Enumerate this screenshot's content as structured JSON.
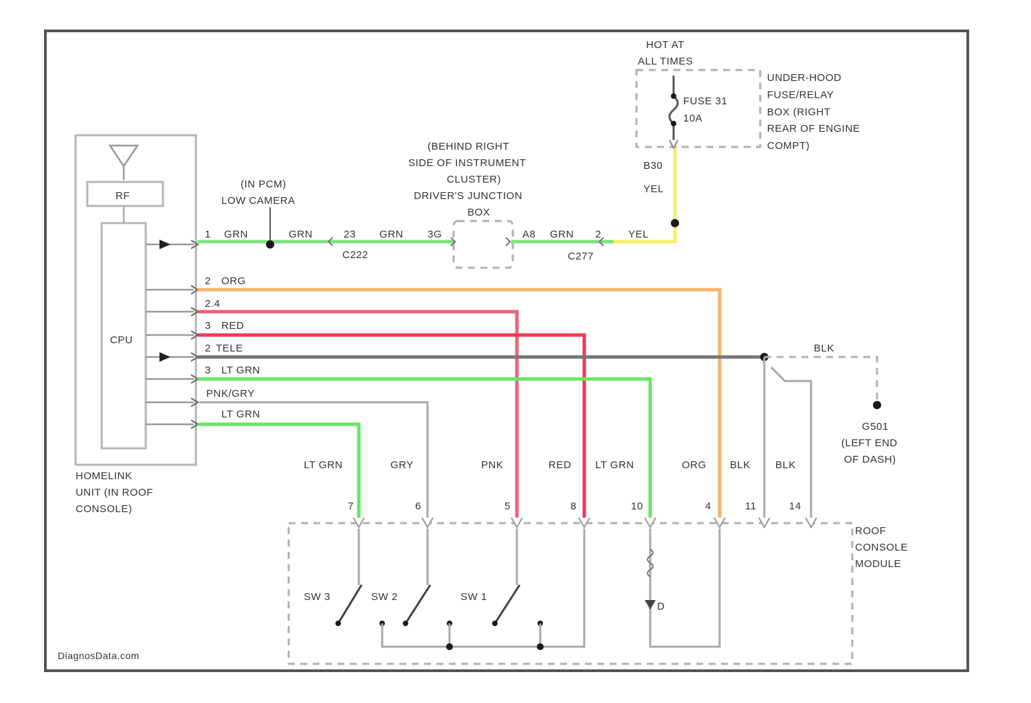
{
  "colors": {
    "grn": "#7ee37e",
    "org": "#f4b56a",
    "pnk": "#f0607a",
    "red": "#ee3a55",
    "blk": "#777777",
    "lt_grn": "#66e866",
    "gry": "#c2c2c2",
    "yel": "#f5ef6a"
  },
  "fuse": {
    "hot_label_1": "HOT AT",
    "hot_label_2": "ALL TIMES",
    "name": "FUSE 31",
    "rating": "10A",
    "box_lines": [
      "UNDER-HOOD",
      "FUSE/RELAY",
      "BOX (RIGHT",
      "REAR OF ENGINE",
      "COMPT)"
    ],
    "wire_label_1": "B30",
    "wire_label_2": "YEL"
  },
  "junction_box": {
    "lines": [
      "(BEHIND RIGHT",
      "SIDE OF INSTRUMENT",
      "CLUSTER)",
      "DRIVER'S JUNCTION",
      "BOX"
    ]
  },
  "splice": {
    "line1": "(IN PCM)",
    "line2": "LOW CAMERA"
  },
  "homelink": {
    "rf_label": "RF",
    "cpu_label": "CPU",
    "caption": [
      "HOMELINK",
      "UNIT (IN ROOF",
      "CONSOLE)"
    ]
  },
  "top_run_labels": {
    "pin": "1",
    "grn1": "GRN",
    "grn2": "GRN",
    "c_a": "23",
    "grn3": "GRN",
    "c_b": "3G",
    "conn1": "C222",
    "c_c": "A8",
    "grn4": "GRN",
    "c_d": "2",
    "conn2": "C277",
    "yel": "YEL"
  },
  "pins": [
    {
      "num": "2",
      "label": "ORG"
    },
    {
      "num": "2.4",
      "label": ""
    },
    {
      "num": "3",
      "label": "RED"
    },
    {
      "num": "2",
      "label": "TELE"
    },
    {
      "num": "3",
      "label": "LT GRN"
    },
    {
      "num": "",
      "label": "PNK/GRY"
    },
    {
      "num": "",
      "label": "LT GRN"
    }
  ],
  "module_wires": [
    {
      "label": "LT GRN",
      "pin": "7"
    },
    {
      "label": "GRY",
      "pin": "6"
    },
    {
      "label": "PNK",
      "pin": "5"
    },
    {
      "label": "RED",
      "pin": "8"
    },
    {
      "label": "LT GRN",
      "pin": "10"
    },
    {
      "label": "ORG",
      "pin": "4"
    },
    {
      "label": "BLK",
      "pin": "11"
    },
    {
      "label": "BLK",
      "pin": "14"
    }
  ],
  "ground": {
    "wire_label": "BLK",
    "name": "G501",
    "loc1": "(LEFT END",
    "loc2": "OF DASH)"
  },
  "module": {
    "lines": [
      "ROOF",
      "CONSOLE",
      "MODULE"
    ],
    "switches": [
      "SW 3",
      "SW 2",
      "SW 1"
    ],
    "diode_label": "D"
  },
  "watermark": "DiagnosData.com"
}
